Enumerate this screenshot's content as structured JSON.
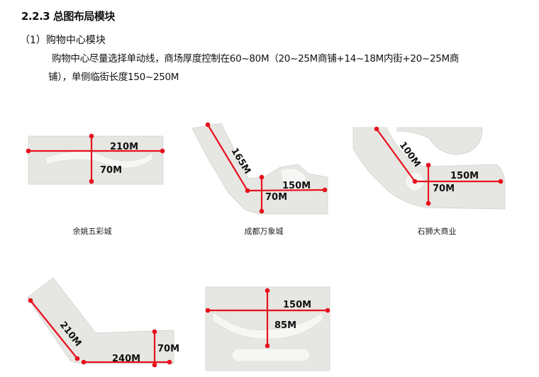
{
  "section": {
    "heading": "2.2.3 总图布局模块",
    "subheading": "（1）购物中心模块",
    "paragraph_line1": "购物中心尽量选择单动线，商场厚度控制在60~80M（20~25M商铺+14~18M内街+20~25M商",
    "paragraph_line2": "铺），单侧临街长度150~250M"
  },
  "plans": [
    {
      "caption": "余姚五彩城",
      "length": "210M",
      "depth": "70M"
    },
    {
      "caption": "成都万象城",
      "length_a": "165M",
      "length_b": "150M",
      "depth": "70M"
    },
    {
      "caption": "石狮大商业",
      "length_a": "100M",
      "length_b": "150M",
      "depth": "70M"
    },
    {
      "length_a": "210M",
      "length_b": "240M",
      "depth": "70M"
    },
    {
      "length": "150M",
      "depth": "85M"
    }
  ],
  "colors": {
    "dimension_line": "#e8101c",
    "plan_fill": "#e6e6e3"
  }
}
